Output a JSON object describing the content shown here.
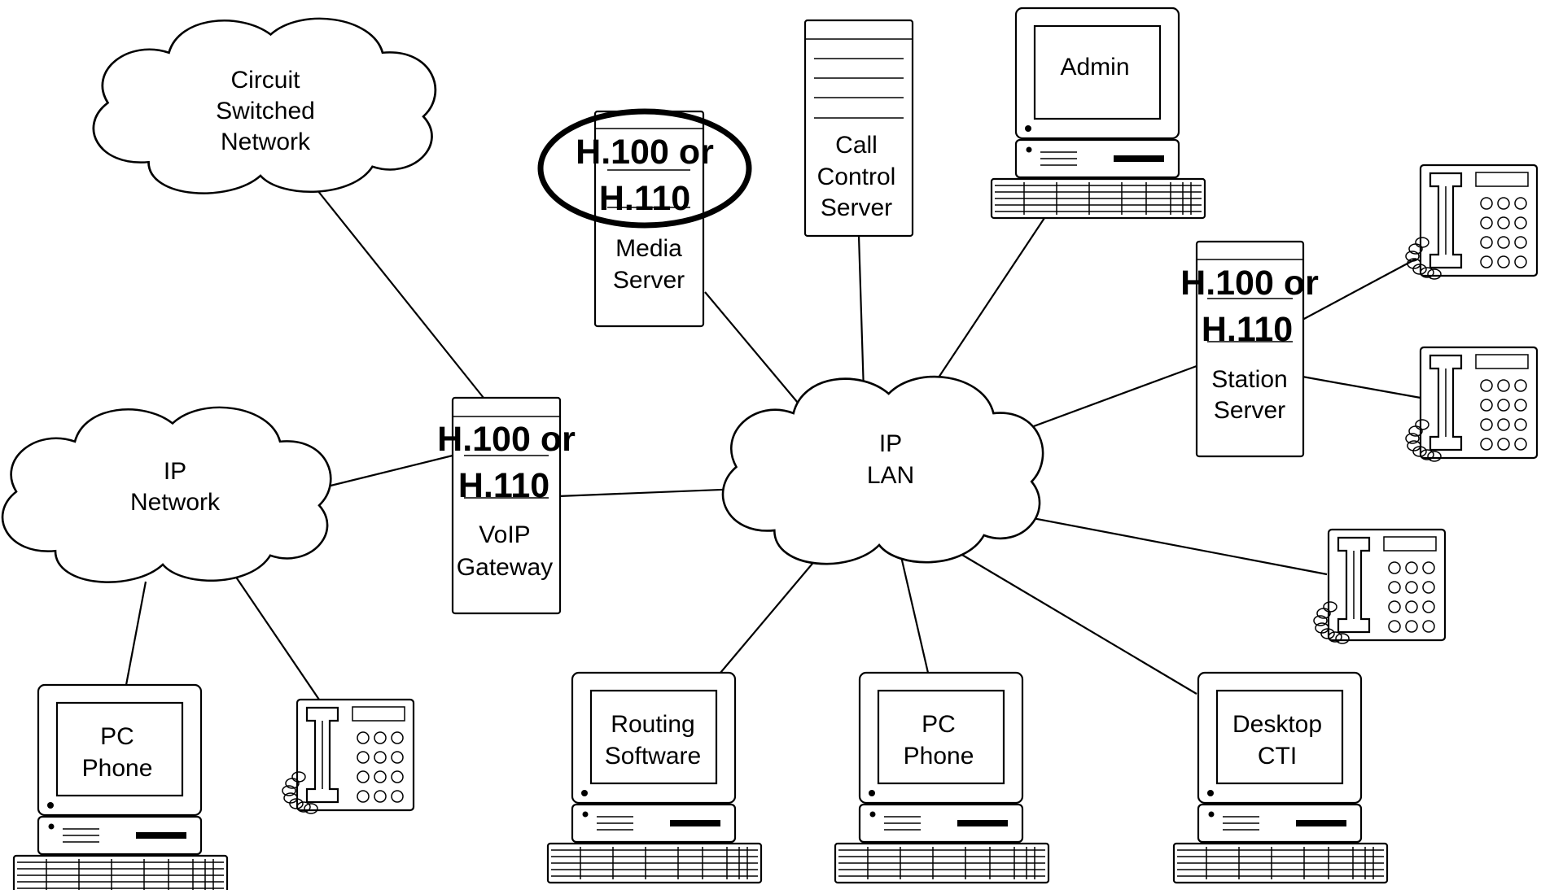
{
  "colors": {
    "stroke": "#000000",
    "background": "#ffffff"
  },
  "clouds": {
    "circuit": [
      "Circuit",
      "Switched",
      "Network"
    ],
    "ip_network": [
      "IP",
      "Network"
    ],
    "ip_lan": [
      "IP",
      "LAN"
    ]
  },
  "servers": {
    "media": [
      "Media",
      "Server"
    ],
    "call_control": [
      "Call",
      "Control",
      "Server"
    ],
    "voip": [
      "VoIP",
      "Gateway"
    ],
    "station": [
      "Station",
      "Server"
    ]
  },
  "bus_label": [
    "H.100 or",
    "H.110"
  ],
  "computers": {
    "admin": [
      "Admin"
    ],
    "pc_phone_left": [
      "PC",
      "Phone"
    ],
    "routing": [
      "Routing",
      "Software"
    ],
    "pc_phone_mid": [
      "PC",
      "Phone"
    ],
    "desktop_cti": [
      "Desktop",
      "CTI"
    ]
  },
  "icons": [
    "cloud-icon",
    "server-icon",
    "computer-icon",
    "phone-icon",
    "keyboard-icon"
  ]
}
